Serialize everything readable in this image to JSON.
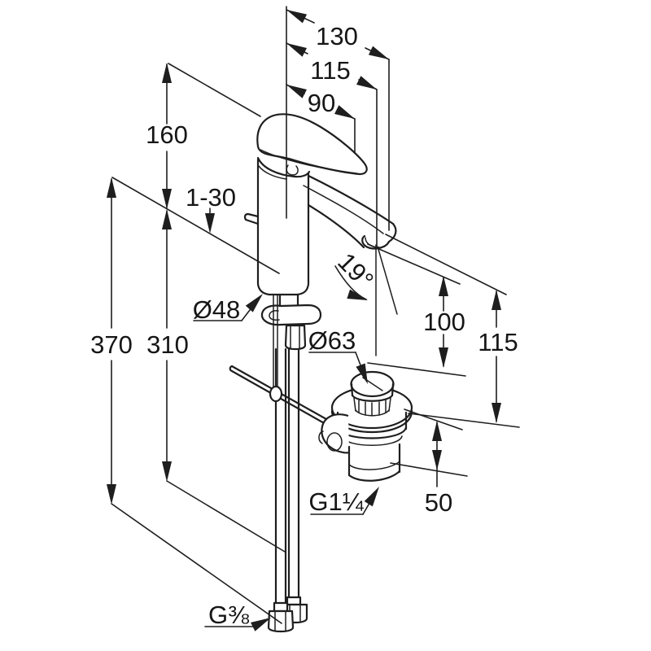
{
  "drawing": {
    "type": "technical-dimension-drawing",
    "subject": "single-lever basin mixer with pop-up waste",
    "background_color": "#ffffff",
    "line_color": "#1e1e1e",
    "dims": {
      "d130": "130",
      "d115_top": "115",
      "d90": "90",
      "d160": "160",
      "d1_30": "1-30",
      "d48": "Ø48",
      "d370": "370",
      "d310": "310",
      "d63": "Ø63",
      "angle": "19°",
      "d100": "100",
      "d115_right": "115",
      "d50": "50",
      "g114": "G1¼",
      "g38": "G⅜"
    }
  }
}
